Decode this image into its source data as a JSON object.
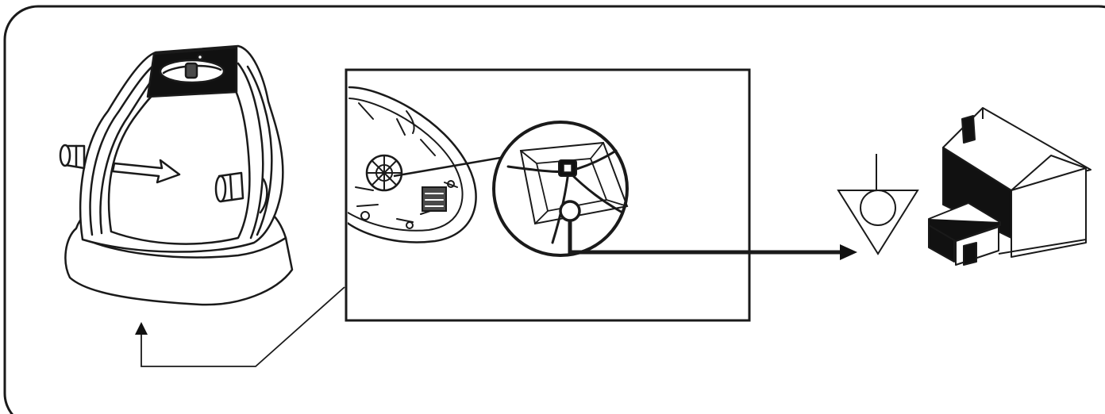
{
  "diagram": {
    "stroke_color": "#1a1a1a",
    "fill_dark": "#111111",
    "fill_mid": "#4a4a4a",
    "background": "#ffffff",
    "parts": [
      "pump-unit",
      "detail-view-inset",
      "grounding-screw-closeup",
      "earth-ground-symbol",
      "house"
    ]
  }
}
